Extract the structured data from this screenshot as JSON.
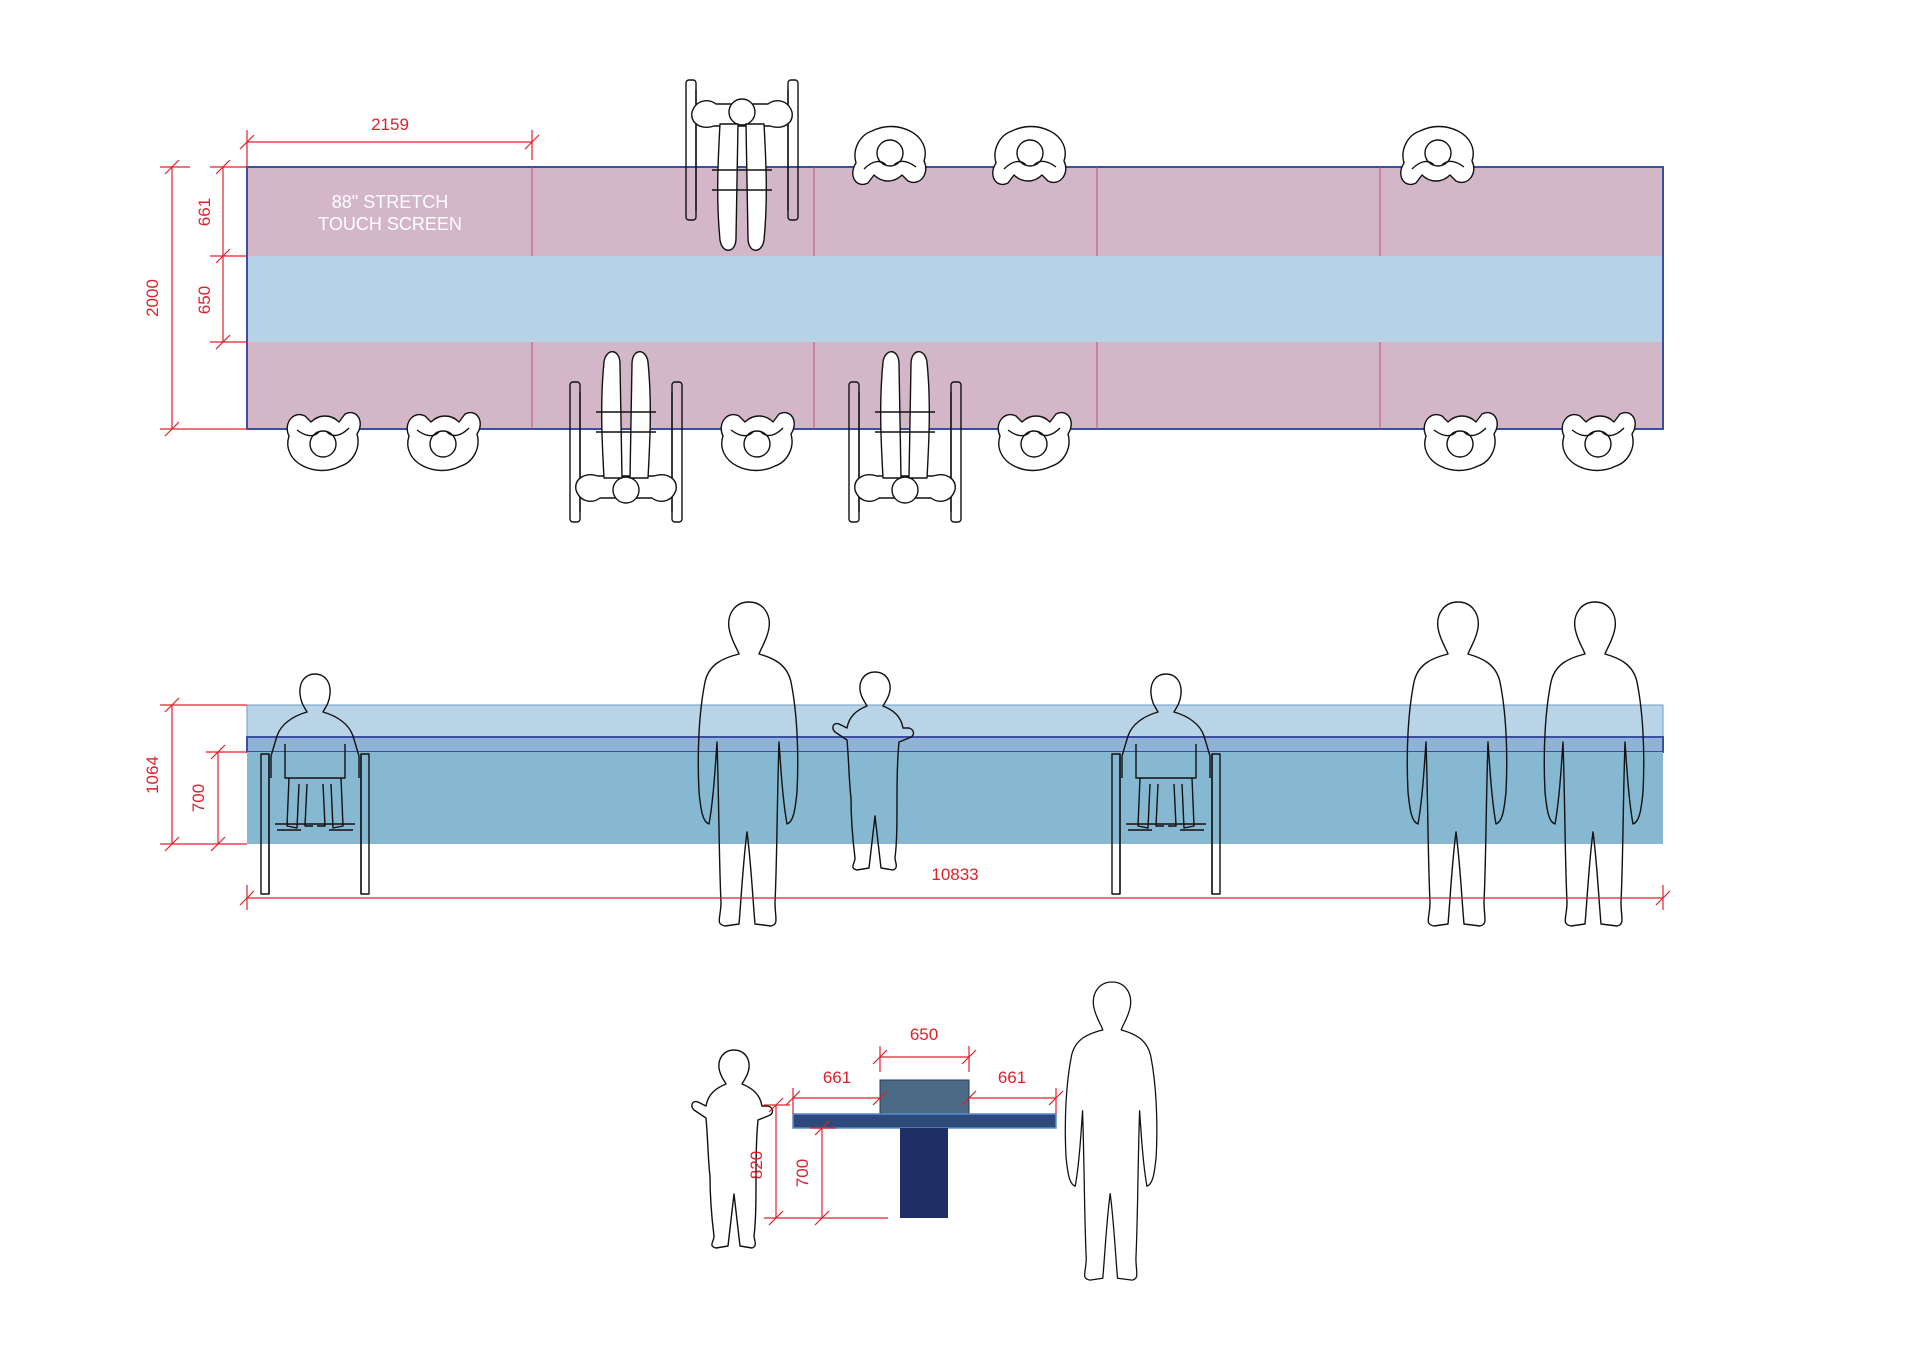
{
  "plan": {
    "screen_label_line1": "88\" STRETCH",
    "screen_label_line2": "TOUCH SCREEN",
    "dim_module_width": "2159",
    "dim_screen_depth": "661",
    "dim_center_strip": "650",
    "dim_total_depth": "2000"
  },
  "elevation": {
    "dim_overall_height": "1064",
    "dim_table_height": "700",
    "dim_total_length": "10833"
  },
  "section": {
    "dim_top_width": "650",
    "dim_left_wing": "661",
    "dim_right_wing": "661",
    "dim_reach_height": "820",
    "dim_table_height": "700"
  },
  "colors": {
    "screen_fill": "#d3b7c9",
    "strip_fill": "#b8d2e8",
    "outline": "#3a4fa0",
    "elevation_upper": "#b9d3e7",
    "elevation_lower": "#86b8d1",
    "section_top": "#4a6a86",
    "section_wing": "#2e4a7a",
    "section_leg": "#1f2f66",
    "dimension": "#e0202a"
  }
}
